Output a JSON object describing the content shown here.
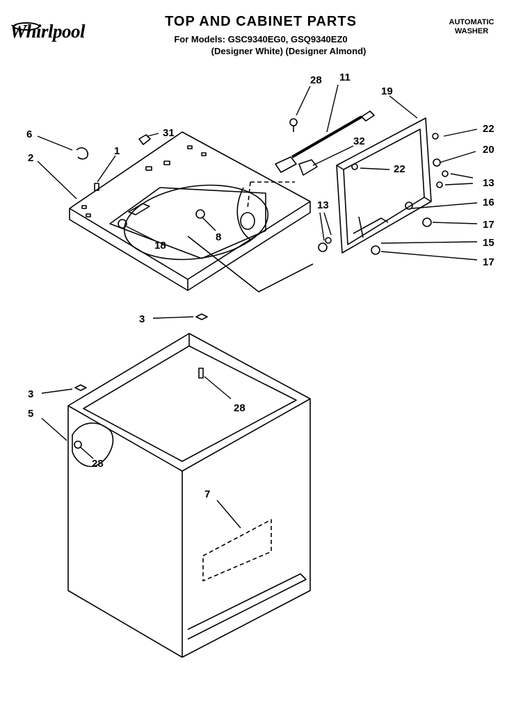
{
  "header": {
    "brand": "Whirlpool",
    "title": "TOP AND CABINET PARTS",
    "models_line1": "For Models: GSC9340EG0, GSQ9340EZ0",
    "models_line2": "(Designer White) (Designer Almond)",
    "category_line1": "AUTOMATIC",
    "category_line2": "WASHER"
  },
  "callouts": [
    "6",
    "31",
    "1",
    "2",
    "8",
    "18",
    "28",
    "11",
    "19",
    "32",
    "22",
    "20",
    "13",
    "16",
    "17",
    "15",
    "3",
    "5",
    "7"
  ]
}
